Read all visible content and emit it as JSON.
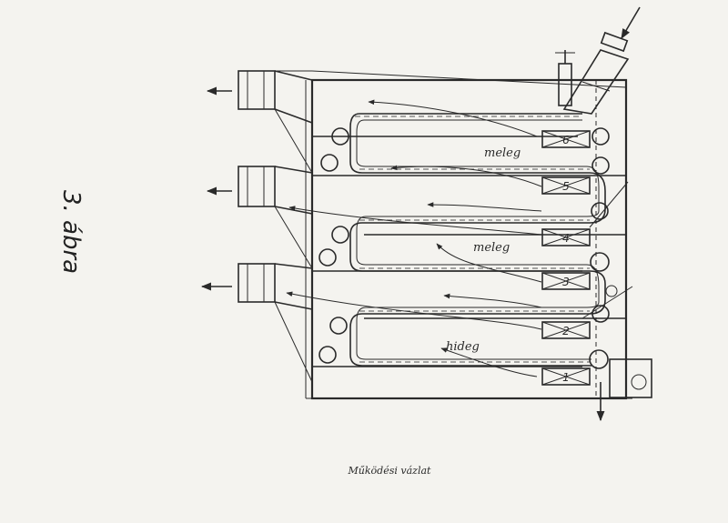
{
  "figure": {
    "title": "3. ábra",
    "caption": "Működési vázlat"
  },
  "zones": [
    {
      "label": "meleg"
    },
    {
      "label": "meleg"
    },
    {
      "label": "hideg"
    }
  ],
  "units": [
    "6",
    "5",
    "4",
    "3",
    "2",
    "1"
  ]
}
